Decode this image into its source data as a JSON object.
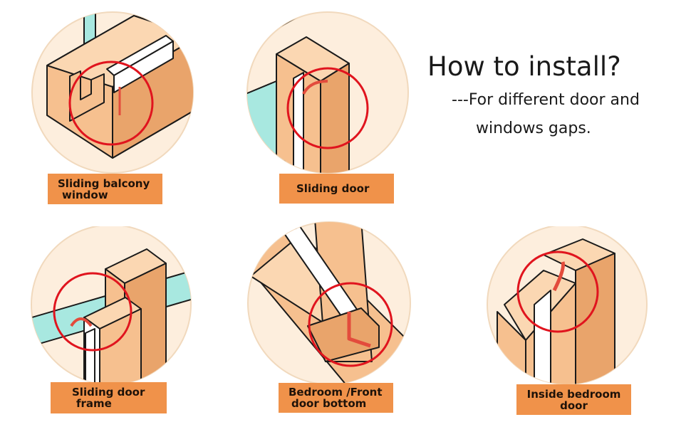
{
  "header": {
    "title": "How to install?",
    "subtitle_line1": "---For different door and",
    "subtitle_line2": "windows gaps."
  },
  "panels": [
    {
      "label_line1": "Sliding balcony",
      "label_line2": "window"
    },
    {
      "label_line1": "Sliding door",
      "label_line2": ""
    },
    {
      "label_line1": "Sliding door",
      "label_line2": "frame"
    },
    {
      "label_line1": "Bedroom /Front",
      "label_line2": "door bottom"
    },
    {
      "label_line1": "Inside bedroom",
      "label_line2": "door"
    }
  ],
  "colors": {
    "wood": "#f6c08f",
    "wood_shade": "#e9a46b",
    "glass": "#a8e8e0",
    "seal_red": "#e34b3c",
    "highlight_circle": "#e0141e",
    "label_bg": "#f0924a",
    "panel_bg": "#fdeedd"
  }
}
